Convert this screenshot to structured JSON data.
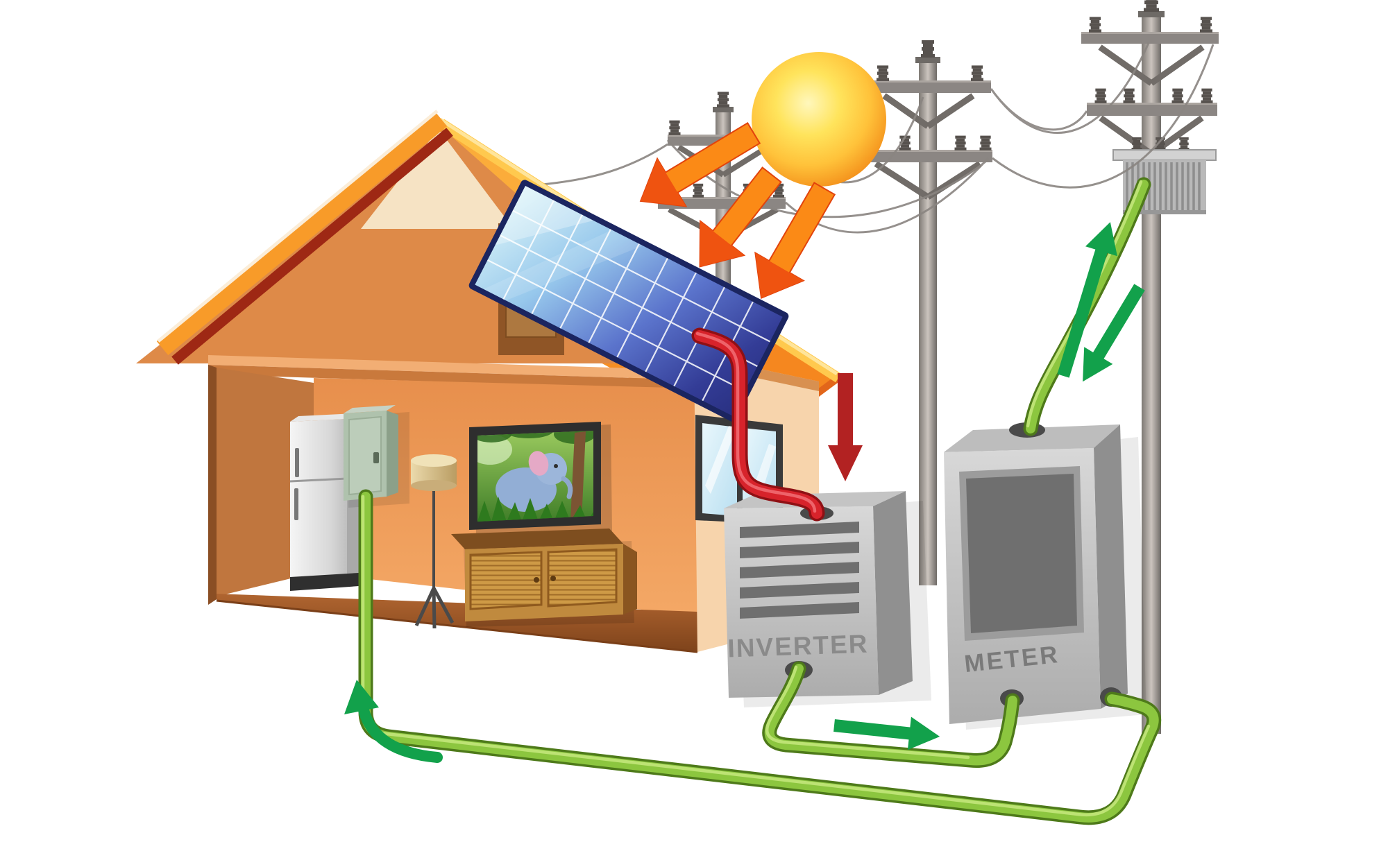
{
  "diagram": {
    "type": "illustration",
    "subject": "Solar cell energy system: sun, rooftop solar panel, house, inverter, meter, transformer and power grid",
    "labels": {
      "inverter": "INVERTER",
      "meter": "METER"
    },
    "components": [
      "sun",
      "sunlight-arrows",
      "house",
      "roof",
      "solar-panel",
      "attic-partition",
      "living-room",
      "refrigerator",
      "breaker-box",
      "floor-lamp",
      "tv",
      "tv-cabinet",
      "window",
      "dc-wire",
      "dc-down-arrow",
      "inverter",
      "meter",
      "ac-wire-inverter-to-meter",
      "ac-wire-meter-to-house",
      "ac-wire-meter-to-grid",
      "flow-arrow-right",
      "flow-arrow-up-house",
      "grid-arrow-up",
      "grid-arrow-down",
      "utility-pole-left",
      "utility-pole-middle",
      "utility-pole-right",
      "transformer",
      "power-lines"
    ],
    "colors": {
      "background": "#FFFFFF",
      "sun_core": "#FFE45C",
      "sun_rim": "#F28A17",
      "roof": "#F89D2B",
      "roof_ridge_cap": "#FFC94E",
      "roof_underside": "#9E2814",
      "gable_interior": "#DE8A48",
      "wall_side": "#F7D4AC",
      "panel_frame": "#1B2560",
      "panel_cell_light": "#D9F3F8",
      "panel_cell_dark": "#252B78",
      "dc_wire": "#D7232B",
      "ac_wire": "#8CC63F",
      "sunlight_arrow": "#FB8A16",
      "flow_arrow": "#12A14B",
      "dc_flow_arrow": "#B22222",
      "device_body": "#C9C9C9",
      "device_screen": "#6F6F6F",
      "label_text": "#8A8A8A",
      "pole": "#8B8683",
      "power_line": "#8A8581",
      "transformer_body": "#B9B9B9",
      "fridge": "#E0E0E0",
      "breaker_box": "#AFC2AD",
      "cabinet": "#C08A3E",
      "lamp_shade": "#E8D6A6"
    }
  }
}
